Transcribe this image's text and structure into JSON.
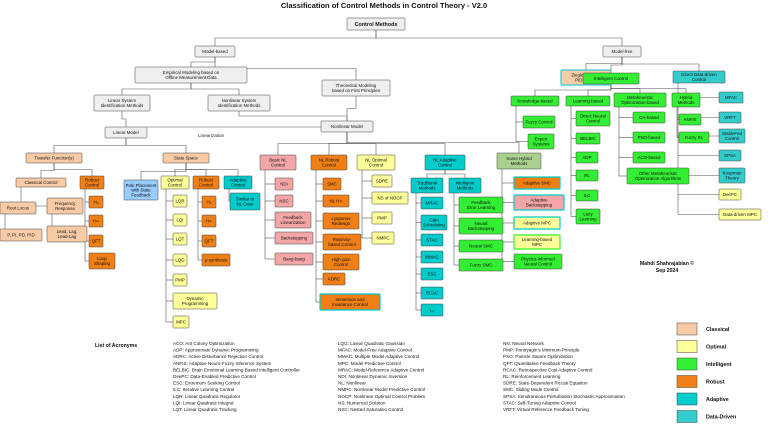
{
  "title": "Classification of Control Methods in Control Theory - V2.0",
  "author": "Mahdi Shahrajabian ©",
  "date": "Sep 2024",
  "acronyms_heading": "List of Acronyms",
  "colors": {
    "classical": "#f8cba6",
    "optimal": "#ffff99",
    "intelligent": "#33ee33",
    "robust": "#f07f16",
    "adaptive": "#00cccc",
    "datadriven": "#33cccc",
    "nonlinear_pink": "#f4a6a6",
    "hybrid": "#a9d08e",
    "neutral": "#efefef",
    "blue": "#99ccff",
    "line": "#555555",
    "wire_blue": "#2255cc"
  },
  "legend": [
    {
      "key": "classical",
      "label": "Classical"
    },
    {
      "key": "optimal",
      "label": "Optimal"
    },
    {
      "key": "intelligent",
      "label": "Intelligent"
    },
    {
      "key": "robust",
      "label": "Robust"
    },
    {
      "key": "adaptive",
      "label": "Adaptive"
    },
    {
      "key": "datadriven",
      "label": "Data-Driven"
    }
  ],
  "edge_label": "Linearization",
  "nodes": [
    {
      "id": "root",
      "lines": [
        "Control Methods"
      ],
      "color": "neutral",
      "bold": true
    },
    {
      "id": "model-based",
      "lines": [
        "Model-based"
      ],
      "color": "neutral"
    },
    {
      "id": "model-free",
      "lines": [
        "Model-free"
      ],
      "color": "neutral"
    },
    {
      "id": "empirical",
      "lines": [
        "Empirical Modeling based on",
        "Offline Measurement Data"
      ],
      "color": "neutral"
    },
    {
      "id": "theoretical",
      "lines": [
        "Theoretical Modeling",
        "based on First Principles"
      ],
      "color": "neutral"
    },
    {
      "id": "lin-sysid",
      "lines": [
        "Linear System",
        "Identification Methods"
      ],
      "color": "neutral"
    },
    {
      "id": "nonlin-sysid",
      "lines": [
        "Nonlinear System",
        "Identification Methods"
      ],
      "color": "neutral"
    },
    {
      "id": "linear-model",
      "lines": [
        "Linear Model"
      ],
      "color": "neutral"
    },
    {
      "id": "nonlinear-model",
      "lines": [
        "Nonlinear Model"
      ],
      "color": "neutral"
    },
    {
      "id": "transfer-fn",
      "lines": [
        "Transfer Function(s)"
      ],
      "color": "classical"
    },
    {
      "id": "state-space",
      "lines": [
        "State Space"
      ],
      "color": "classical"
    },
    {
      "id": "classical-control",
      "lines": [
        "Classical Control"
      ],
      "color": "classical"
    },
    {
      "id": "robust-control-tf",
      "lines": [
        "Robust",
        "Control"
      ],
      "color": "robust"
    },
    {
      "id": "root-locus",
      "lines": [
        "Root Locus"
      ],
      "color": "classical"
    },
    {
      "id": "freq-response",
      "lines": [
        "Frequency",
        "Response"
      ],
      "color": "classical"
    },
    {
      "id": "pid",
      "lines": [
        "P, PI, PD, PID"
      ],
      "color": "classical"
    },
    {
      "id": "lead-lag",
      "lines": [
        "Lead, Lag,",
        "Lead-Lag"
      ],
      "color": "classical"
    },
    {
      "id": "h2-tf",
      "lines": [
        "H₂"
      ],
      "color": "robust"
    },
    {
      "id": "hinf-tf",
      "lines": [
        "H∞"
      ],
      "color": "robust"
    },
    {
      "id": "qft-tf",
      "lines": [
        "QFT"
      ],
      "color": "robust"
    },
    {
      "id": "loop-shaping",
      "lines": [
        "Loop",
        "Shaping"
      ],
      "color": "robust"
    },
    {
      "id": "pole-placement",
      "lines": [
        "Pole Placement",
        "with State",
        "Feedback"
      ],
      "color": "blue"
    },
    {
      "id": "optimal-control",
      "lines": [
        "Optimal",
        "Control"
      ],
      "color": "optimal"
    },
    {
      "id": "robust-control-ss",
      "lines": [
        "Robust",
        "Control"
      ],
      "color": "robust"
    },
    {
      "id": "adaptive-control-ss",
      "lines": [
        "Adaptive",
        "Control"
      ],
      "color": "adaptive"
    },
    {
      "id": "similar-nl",
      "lines": [
        "Similar to",
        "NL Case"
      ],
      "color": "adaptive"
    },
    {
      "id": "lqr",
      "lines": [
        "LQR"
      ],
      "color": "optimal"
    },
    {
      "id": "lqi",
      "lines": [
        "LQI"
      ],
      "color": "optimal"
    },
    {
      "id": "lqt",
      "lines": [
        "LQT"
      ],
      "color": "optimal"
    },
    {
      "id": "lqg",
      "lines": [
        "LQG"
      ],
      "color": "optimal"
    },
    {
      "id": "pmp",
      "lines": [
        "PMP"
      ],
      "color": "optimal"
    },
    {
      "id": "dyn-prog",
      "lines": [
        "Dynamic",
        "Programming"
      ],
      "color": "optimal"
    },
    {
      "id": "mpc",
      "lines": [
        "MPC"
      ],
      "color": "optimal"
    },
    {
      "id": "h2-ss",
      "lines": [
        "H₂"
      ],
      "color": "robust"
    },
    {
      "id": "hinf-ss",
      "lines": [
        "H∞"
      ],
      "color": "robust"
    },
    {
      "id": "qft-ss",
      "lines": [
        "QFT"
      ],
      "color": "robust"
    },
    {
      "id": "mu-synth",
      "lines": [
        "μ-synthesis"
      ],
      "color": "robust"
    },
    {
      "id": "basic-nl",
      "lines": [
        "Basic NL",
        "Control"
      ],
      "color": "nonlinear_pink"
    },
    {
      "id": "ndi",
      "lines": [
        "NDI"
      ],
      "color": "nonlinear_pink"
    },
    {
      "id": "nsc",
      "lines": [
        "NSC"
      ],
      "color": "nonlinear_pink"
    },
    {
      "id": "fb-lin",
      "lines": [
        "Feedback",
        "Linearization"
      ],
      "color": "nonlinear_pink"
    },
    {
      "id": "backstepping",
      "lines": [
        "Backstepping"
      ],
      "color": "nonlinear_pink"
    },
    {
      "id": "bang-bang",
      "lines": [
        "Bang-bang"
      ],
      "color": "nonlinear_pink"
    },
    {
      "id": "nl-robust",
      "lines": [
        "NL Robust",
        "Control"
      ],
      "color": "robust"
    },
    {
      "id": "smc",
      "lines": [
        "SMC"
      ],
      "color": "robust"
    },
    {
      "id": "nl-hinf",
      "lines": [
        "NL H∞"
      ],
      "color": "robust"
    },
    {
      "id": "lyapunov",
      "lines": [
        "Lyapunov",
        "Redesign"
      ],
      "color": "robust"
    },
    {
      "id": "passivity",
      "lines": [
        "Passivity-",
        "based Control"
      ],
      "color": "robust"
    },
    {
      "id": "high-gain",
      "lines": [
        "High-gain",
        "Control"
      ],
      "color": "robust"
    },
    {
      "id": "adrc",
      "lines": [
        "ADRC"
      ],
      "color": "robust"
    },
    {
      "id": "immersion",
      "lines": [
        "Immersion and",
        "Invariance Control"
      ],
      "color": "robust",
      "border": "adaptive"
    },
    {
      "id": "nl-optimal",
      "lines": [
        "NL Optimal",
        "Control"
      ],
      "color": "optimal"
    },
    {
      "id": "sdre",
      "lines": [
        "SDRE"
      ],
      "color": "optimal"
    },
    {
      "id": "ns-nocp",
      "lines": [
        "NS of NOCP"
      ],
      "color": "optimal"
    },
    {
      "id": "pmp-nl",
      "lines": [
        "PMP"
      ],
      "color": "optimal"
    },
    {
      "id": "nmpc",
      "lines": [
        "NMPC"
      ],
      "color": "optimal"
    },
    {
      "id": "nl-adaptive",
      "lines": [
        "NL Adaptive",
        "Control"
      ],
      "color": "adaptive"
    },
    {
      "id": "traditional",
      "lines": [
        "Traditional",
        "Methods"
      ],
      "color": "adaptive"
    },
    {
      "id": "intelligent-methods",
      "lines": [
        "Intelligent",
        "Methods"
      ],
      "color": "adaptive"
    },
    {
      "id": "mrac",
      "lines": [
        "MRAC"
      ],
      "color": "adaptive"
    },
    {
      "id": "gain-sched",
      "lines": [
        "Gain",
        "Scheduling"
      ],
      "color": "adaptive"
    },
    {
      "id": "stac",
      "lines": [
        "STAC"
      ],
      "color": "adaptive"
    },
    {
      "id": "mmac",
      "lines": [
        "MMAC"
      ],
      "color": "adaptive"
    },
    {
      "id": "esc",
      "lines": [
        "ESC"
      ],
      "color": "adaptive"
    },
    {
      "id": "rcac",
      "lines": [
        "RCAC"
      ],
      "color": "adaptive"
    },
    {
      "id": "l1",
      "lines": [
        "L₁"
      ],
      "color": "adaptive"
    },
    {
      "id": "fb-error-learning",
      "lines": [
        "Feedback",
        "Error Learning"
      ],
      "color": "intelligent"
    },
    {
      "id": "neural-backstep",
      "lines": [
        "Neural",
        "Backstepping"
      ],
      "color": "intelligent"
    },
    {
      "id": "neural-smc",
      "lines": [
        "Neural SMC"
      ],
      "color": "intelligent"
    },
    {
      "id": "fuzzy-smc",
      "lines": [
        "Fuzzy SMC"
      ],
      "color": "intelligent"
    },
    {
      "id": "hybrid",
      "lines": [
        "Some Hybrid",
        "Methods"
      ],
      "color": "hybrid"
    },
    {
      "id": "adaptive-smc",
      "lines": [
        "Adaptive SMC"
      ],
      "color": "robust",
      "border": "adaptive"
    },
    {
      "id": "adaptive-backstep",
      "lines": [
        "Adaptive",
        "Backstepping"
      ],
      "color": "nonlinear_pink",
      "border": "adaptive"
    },
    {
      "id": "adaptive-mpc",
      "lines": [
        "Adaptive MPC"
      ],
      "color": "optimal",
      "border": "adaptive"
    },
    {
      "id": "learning-mpc",
      "lines": [
        "Learning-based",
        "MPC"
      ],
      "color": "optimal",
      "border": "intelligent"
    },
    {
      "id": "pinn-control",
      "lines": [
        "Physics-informed",
        "Neural Control"
      ],
      "color": "intelligent"
    },
    {
      "id": "ziegler",
      "lines": [
        "Ziegler-Nichols",
        "PID Tuning"
      ],
      "color": "classical",
      "border": "datadriven"
    },
    {
      "id": "intelligent-control",
      "lines": [
        "Intelligent Control"
      ],
      "color": "intelligent"
    },
    {
      "id": "direct-dd",
      "lines": [
        "Direct Data-driven",
        "Control"
      ],
      "color": "datadriven"
    },
    {
      "id": "knowledge-based",
      "lines": [
        "Knowledge-based"
      ],
      "color": "intelligent"
    },
    {
      "id": "learning-based",
      "lines": [
        "Learning-based"
      ],
      "color": "intelligent"
    },
    {
      "id": "metaheuristic",
      "lines": [
        "Metaheuristic",
        "Optimization-based"
      ],
      "color": "intelligent"
    },
    {
      "id": "hybrid-methods",
      "lines": [
        "Hybrid",
        "Methods"
      ],
      "color": "intelligent"
    },
    {
      "id": "fuzzy-control",
      "lines": [
        "Fuzzy Control"
      ],
      "color": "intelligent"
    },
    {
      "id": "expert-systems",
      "lines": [
        "Expert",
        "Systems"
      ],
      "color": "intelligent"
    },
    {
      "id": "direct-neural",
      "lines": [
        "Direct Neural",
        "Control"
      ],
      "color": "intelligent"
    },
    {
      "id": "belbic",
      "lines": [
        "BELBIC"
      ],
      "color": "intelligent"
    },
    {
      "id": "adp",
      "lines": [
        "ADP"
      ],
      "color": "intelligent"
    },
    {
      "id": "rl",
      "lines": [
        "RL"
      ],
      "color": "intelligent"
    },
    {
      "id": "ilc",
      "lines": [
        "ILC"
      ],
      "color": "intelligent"
    },
    {
      "id": "lazy-learning",
      "lines": [
        "Lazy",
        "Learning"
      ],
      "color": "intelligent"
    },
    {
      "id": "ga-based",
      "lines": [
        "GA-based"
      ],
      "color": "intelligent"
    },
    {
      "id": "pso-based",
      "lines": [
        "PSO-based"
      ],
      "color": "intelligent"
    },
    {
      "id": "aco-based",
      "lines": [
        "ACO-based"
      ],
      "color": "intelligent"
    },
    {
      "id": "other-meta",
      "lines": [
        "Other Metaheuristic",
        "Optimization Algorithms"
      ],
      "color": "intelligent"
    },
    {
      "id": "anfis",
      "lines": [
        "ANFIS"
      ],
      "color": "intelligent"
    },
    {
      "id": "fuzzy-rl",
      "lines": [
        "Fuzzy RL"
      ],
      "color": "intelligent"
    },
    {
      "id": "mfac",
      "lines": [
        "MFAC"
      ],
      "color": "datadriven"
    },
    {
      "id": "vrft",
      "lines": [
        "VRFT"
      ],
      "color": "datadriven"
    },
    {
      "id": "stable-fed",
      "lines": [
        "StableFed",
        "Control"
      ],
      "color": "datadriven"
    },
    {
      "id": "spsa",
      "lines": [
        "SPSA"
      ],
      "color": "datadriven"
    },
    {
      "id": "koopman",
      "lines": [
        "Koopman",
        "Theory"
      ],
      "color": "datadriven"
    },
    {
      "id": "deepc",
      "lines": [
        "DeePC"
      ],
      "color": "optimal"
    },
    {
      "id": "dd-mpc",
      "lines": [
        "Data-driven MPC"
      ],
      "color": "optimal"
    }
  ],
  "acronyms": [
    [
      "ACO: Ant Colony Optimization",
      "ADP: Approximate Dynamic Programming",
      "ADRC: Active Disturbance Rejection Control",
      "ANFIS: Adaptive Neuro-Fuzzy Inference System",
      "BELBIC: Brain Emotional Learning Based Intelligent Controller",
      "DeePC: Data-Enabled Predictive Control",
      "ESC: Extremum Seeking Control",
      "ILC: Iterative Learning Control",
      "LQR: Linear Quadratic Regulator",
      "LQI: Linear Quadratic Integral",
      "LQT: Linear Quadratic Tracking"
    ],
    [
      "LQG: Linear Quadratic Gaussian",
      "MFAC: Model-Free Adaptive Control",
      "MMAC: Multiple Model Adaptive Control",
      "MPC: Model Predictive Control",
      "MRAC: Model-Reference Adaptive Control",
      "NDI: Nonlinear Dynamic Inversion",
      "NL: Nonlinear",
      "NMPC: Nonlinear Model Predictive Control",
      "NOCP: Nonlinear Optimal Control Problem",
      "NS: Numerical Solution",
      "NSC: Nested Saturation Control"
    ],
    [
      "NN: Neural Network",
      "PMP: Pontryagin's Minimum Principle",
      "PSO: Particle Swarm Optimization",
      "QFT: Quantitative Feedback Theory",
      "RCAC: Retrospective Cost Adaptive Control",
      "RL: Reinforcement Learning",
      "SDRE: State-Dependent Riccati Equation",
      "SMC: Sliding Mode Control",
      "SPSA: Simultaneous Perturbation Stochastic Approximation",
      "STAC: Self-Tuning Adaptive Control",
      "VRFT: Virtual Reference Feedback Tuning"
    ]
  ]
}
